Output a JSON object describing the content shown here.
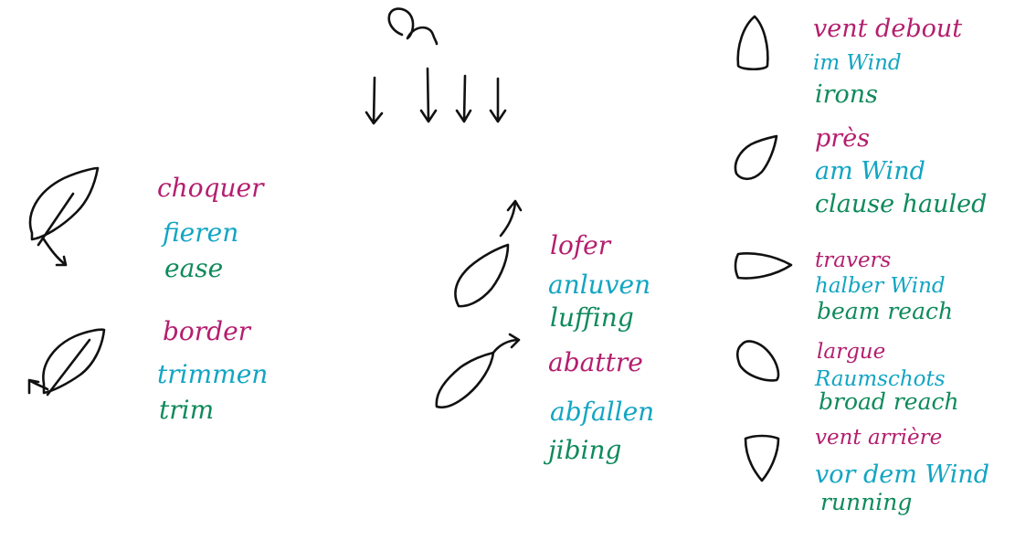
{
  "colors": {
    "french": "#b41e6e",
    "german": "#12a5c3",
    "english": "#0f8a5c",
    "ink": "#111111"
  },
  "sail_trim": [
    {
      "french": "choquer",
      "german": "fieren",
      "english": "ease"
    },
    {
      "french": "border",
      "german": "trimmen",
      "english": "trim"
    }
  ],
  "steering": [
    {
      "french": "lofer",
      "german": "anluven",
      "english": "luffing"
    },
    {
      "french": "abattre",
      "german": "abfallen",
      "english": "jibing"
    }
  ],
  "points_of_sail": [
    {
      "french": "vent debout",
      "german": "im Wind",
      "english": "irons"
    },
    {
      "french": "près",
      "german": "am Wind",
      "english": "clause hauled"
    },
    {
      "french": "travers",
      "german": "halber Wind",
      "english": "beam reach"
    },
    {
      "french": "largue",
      "german": "Raumschots",
      "english": "broad reach"
    },
    {
      "french": "vent arrière",
      "german": "vor dem Wind",
      "english": "running"
    }
  ]
}
